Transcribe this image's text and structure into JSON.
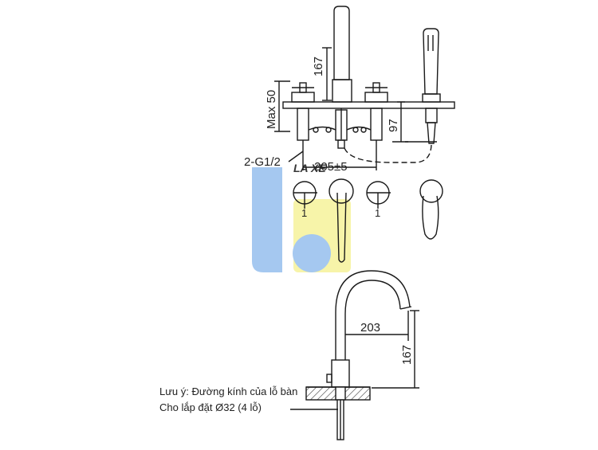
{
  "dimensions": {
    "spout_height_top": "167",
    "max_deck": "Max 50",
    "lower_depth": "97",
    "connection": "2-G1/2",
    "center_spacing": "205±5",
    "spout_reach": "203",
    "spout_height_side": "167"
  },
  "handle_marks": [
    "1",
    "1"
  ],
  "watermark": {
    "text": "LA XE"
  },
  "note": {
    "line1": "Lưu ý: Đường kính của lỗ bàn",
    "line2": "Cho lắp đặt Ø32 (4 lỗ)"
  },
  "colors": {
    "line": "#1a1a1a",
    "watermark_blue": "#9cc3ef",
    "watermark_yellow": "#f7f3a0"
  }
}
